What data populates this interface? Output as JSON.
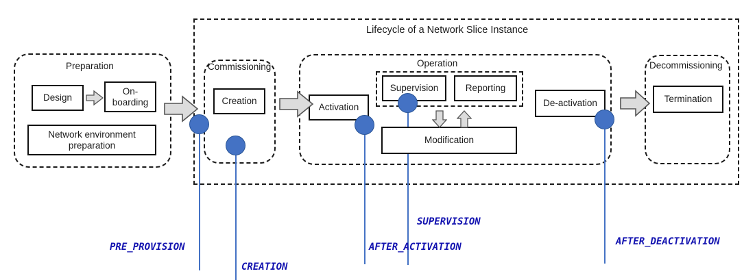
{
  "diagram": {
    "title": "Lifecycle of a Network Slice Instance",
    "outer_container_name": "lifecycle-outer-container",
    "accent_blue": "#4472c4",
    "label_blue": "#1313b0",
    "box_stroke": "#111111"
  },
  "phases": [
    {
      "id": "preparation",
      "caption": "Preparation",
      "boxes": [
        {
          "id": "design",
          "label": "Design"
        },
        {
          "id": "on-boarding",
          "label": "On-\nboarding"
        },
        {
          "id": "network-environment-preparation",
          "label": "Network environment\npreparation"
        }
      ]
    },
    {
      "id": "commissioning",
      "caption": "Commissioning",
      "boxes": [
        {
          "id": "creation",
          "label": "Creation"
        }
      ]
    },
    {
      "id": "operation",
      "caption": "Operation",
      "boxes": [
        {
          "id": "activation",
          "label": "Activation"
        },
        {
          "id": "supervision",
          "label": "Supervision"
        },
        {
          "id": "reporting",
          "label": "Reporting"
        },
        {
          "id": "modification",
          "label": "Modification"
        },
        {
          "id": "de-activation",
          "label": "De-activation"
        }
      ]
    },
    {
      "id": "decommissioning",
      "caption": "Decommissioning",
      "boxes": [
        {
          "id": "termination",
          "label": "Termination"
        }
      ]
    }
  ],
  "box_labels": {
    "design": "Design",
    "on_boarding_line1": "On-",
    "on_boarding_line2": "boarding",
    "network_env_line1": "Network environment",
    "network_env_line2": "preparation",
    "creation": "Creation",
    "activation": "Activation",
    "supervision": "Supervision",
    "reporting": "Reporting",
    "modification": "Modification",
    "de_activation": "De-activation",
    "termination": "Termination"
  },
  "captions": {
    "preparation": "Preparation",
    "commissioning": "Commissioning",
    "operation": "Operation",
    "decommissioning": "Decommissioning"
  },
  "hook_labels": [
    {
      "id": "pre-provision",
      "text": "PRE_PROVISION"
    },
    {
      "id": "creation",
      "text": "CREATION"
    },
    {
      "id": "after-activation",
      "text": "AFTER_ACTIVATION"
    },
    {
      "id": "supervision",
      "text": "SUPERVISION"
    },
    {
      "id": "after-deactivation",
      "text": "AFTER_DEACTIVATION"
    }
  ],
  "arrows": {
    "design_to_onboarding": "right-arrow",
    "preparation_to_commissioning": "right-arrow",
    "commissioning_to_operation": "right-arrow",
    "operation_to_decommissioning": "right-arrow",
    "supervision_to_modification": "down-arrow",
    "modification_to_supervision": "up-arrow"
  }
}
